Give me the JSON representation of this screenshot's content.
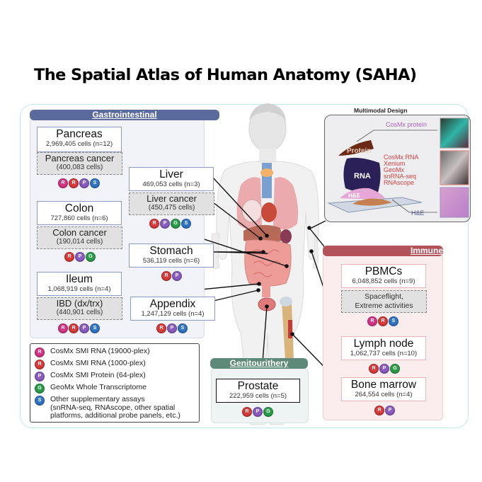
{
  "title": "The Spatial Atlas of Human Anatomy (SAHA)",
  "colors": {
    "gastro_header": "#5a6a9c",
    "gastro_panel": "#f1f3f9",
    "immune_header": "#b4525c",
    "immune_panel": "#fbeced",
    "genito_header": "#5d8a78",
    "genito_panel": "#eef4f4",
    "frame_border": "#bfe8ee",
    "badge_R19000": "#d63384",
    "badge_R1000": "#d93a3a",
    "badge_P": "#8a5bc0",
    "badge_G": "#2a9d48",
    "badge_S": "#3074c4"
  },
  "sections": {
    "gastrointestinal": "Gastrointestinal",
    "immune": "Immune",
    "genitourithery": "Genitourithery"
  },
  "badge_letters": {
    "R19000": "R",
    "R1000": "R",
    "P": "P",
    "G": "G",
    "S": "S"
  },
  "tissues": {
    "pancreas": {
      "name": "Pancreas",
      "cells": "2,969,405 cells (n=12)",
      "cancer_name": "Pancreas cancer",
      "cancer_cells": "(400,083 cells)",
      "assays": [
        "R19000",
        "R1000",
        "P",
        "S"
      ]
    },
    "liver": {
      "name": "Liver",
      "cells": "469,053 cells (n=3)",
      "cancer_name": "Liver cancer",
      "cancer_cells": "(450,475 cells)",
      "assays": [
        "R1000",
        "P",
        "G",
        "S"
      ]
    },
    "colon": {
      "name": "Colon",
      "cells": "727,860 cells (n=6)",
      "cancer_name": "Colon cancer",
      "cancer_cells": "(190,014 cells)",
      "assays": [
        "R1000",
        "P",
        "G"
      ]
    },
    "stomach": {
      "name": "Stomach",
      "cells": "536,119 cells (n=6)",
      "assays": [
        "R1000",
        "P"
      ]
    },
    "ileum": {
      "name": "Ileum",
      "cells": "1,068,919 cells (n=4)",
      "cancer_name": "IBD (dx/trx)",
      "cancer_cells": "(440,901 cells)",
      "assays": [
        "R19000",
        "R1000",
        "P",
        "S"
      ]
    },
    "appendix": {
      "name": "Appendix",
      "cells": "1,247,129 cells (n=4)",
      "assays": [
        "R1000",
        "P",
        "S"
      ]
    },
    "pbmcs": {
      "name": "PBMCs",
      "cells": "6,048,852 cells (n=9)",
      "cond_line1": "Spaceflight,",
      "cond_line2": "Extreme activities",
      "assays": [
        "R19000",
        "R1000",
        "S"
      ]
    },
    "lymph_node": {
      "name": "Lymph node",
      "cells": "1,062,737 cells (n=10)",
      "assays": [
        "R1000",
        "P",
        "G"
      ]
    },
    "bone_marrow": {
      "name": "Bone marrow",
      "cells": "264,554 cells (n=4)",
      "assays": [
        "R1000",
        "P"
      ]
    },
    "prostate": {
      "name": "Prostate",
      "cells": "222,959 cells (n=5)",
      "assays": [
        "R1000",
        "P",
        "G"
      ]
    }
  },
  "legend": [
    {
      "key": "R19000",
      "label": "CosMx SMI RNA (19000-plex)"
    },
    {
      "key": "R1000",
      "label": "CosMx SMI RNA (1000-plex)"
    },
    {
      "key": "P",
      "label": "CosMx SMI Protein (64-plex)"
    },
    {
      "key": "G",
      "label": "GeoMx Whole Transcriptome"
    },
    {
      "key": "S",
      "label": "Other supplementary assays",
      "label2": "(snRNA-seq, RNAscope, other spatial",
      "label3": "platforms, additional probe panels, etc.)"
    }
  ],
  "multimodal": {
    "title": "Multimodal Design",
    "protein_layer": "Protein",
    "rna_layer": "RNA",
    "he_layer": "H&E",
    "protein_methods": [
      "CosMx protein"
    ],
    "rna_methods": [
      "CosMx RNA",
      "Xenium",
      "GeoMx",
      "snRNA-seq",
      "RNAscope"
    ],
    "he_methods": [
      "H&E"
    ]
  }
}
